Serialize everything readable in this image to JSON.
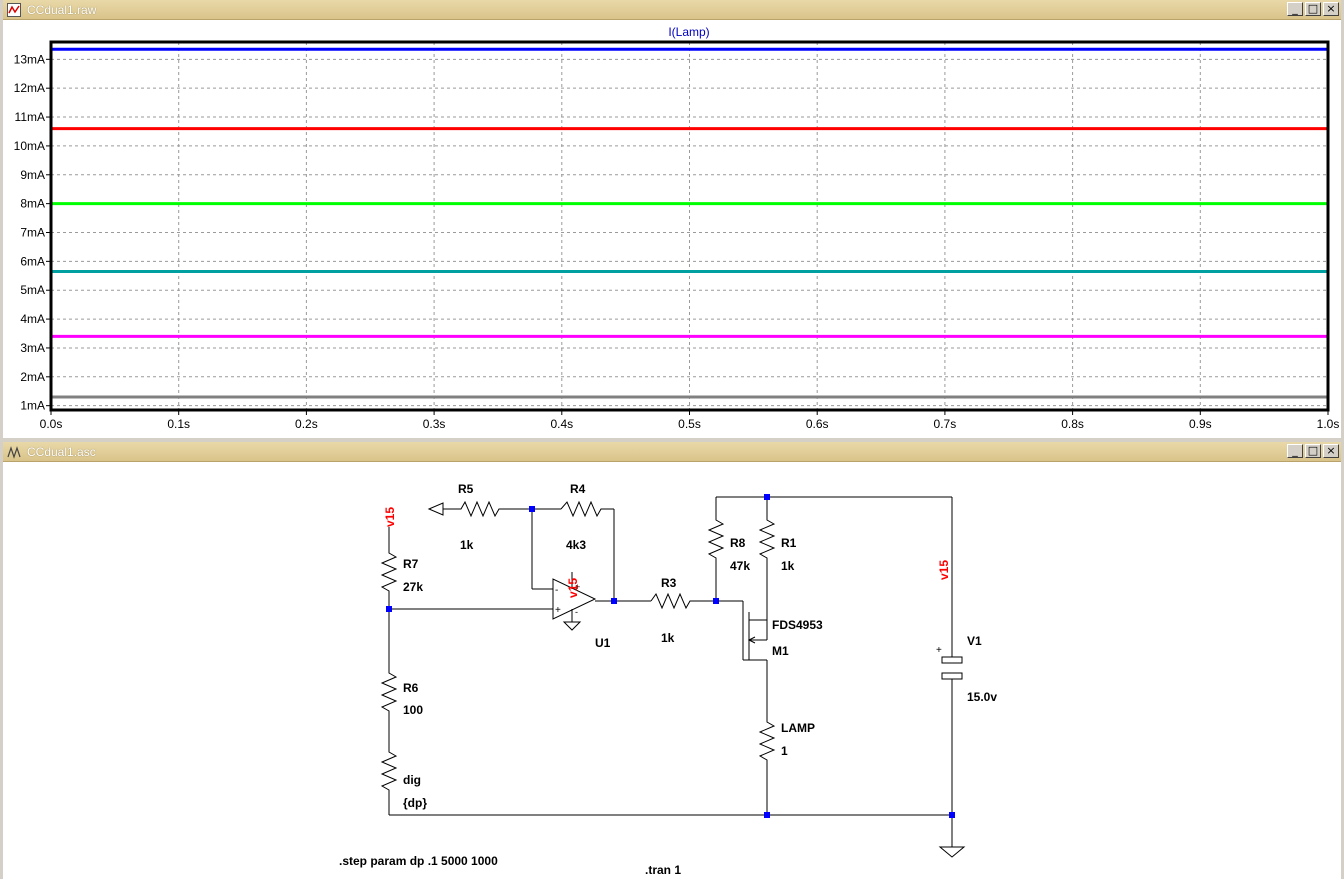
{
  "plot_window": {
    "title": "CCdual1.raw",
    "buttons": [
      "_",
      "□",
      "×"
    ]
  },
  "schematic_window": {
    "title": "CCdual1.asc",
    "buttons": [
      "_",
      "□",
      "×"
    ]
  },
  "chart_data": {
    "type": "line",
    "title": "I(Lamp)",
    "x_ticks": [
      "0.0s",
      "0.1s",
      "0.2s",
      "0.3s",
      "0.4s",
      "0.5s",
      "0.6s",
      "0.7s",
      "0.8s",
      "0.9s",
      "1.0s"
    ],
    "y_ticks": [
      "1mA",
      "2mA",
      "3mA",
      "4mA",
      "5mA",
      "6mA",
      "7mA",
      "8mA",
      "9mA",
      "10mA",
      "11mA",
      "12mA",
      "13mA"
    ],
    "xlim": [
      0,
      1.0
    ],
    "ylim": [
      0.85,
      13.6
    ],
    "grid": true,
    "series": [
      {
        "color": "#0000ff",
        "x": [
          0,
          1.0
        ],
        "y": [
          13.35,
          13.35
        ]
      },
      {
        "color": "#ff0000",
        "x": [
          0,
          1.0
        ],
        "y": [
          10.6,
          10.6
        ]
      },
      {
        "color": "#00ff00",
        "x": [
          0,
          1.0
        ],
        "y": [
          8.0,
          8.0
        ]
      },
      {
        "color": "#00a0a0",
        "x": [
          0,
          1.0
        ],
        "y": [
          5.65,
          5.65
        ]
      },
      {
        "color": "#ff00ff",
        "x": [
          0,
          1.0
        ],
        "y": [
          3.4,
          3.4
        ]
      },
      {
        "color": "#808080",
        "x": [
          0,
          1.0
        ],
        "y": [
          1.3,
          1.3
        ]
      }
    ]
  },
  "schematic": {
    "r7": {
      "name": "R7",
      "value": "27k"
    },
    "r6": {
      "name": "R6",
      "value": "100"
    },
    "dig": {
      "name": "dig",
      "value": "{dp}"
    },
    "r5": {
      "name": "R5",
      "value": "1k"
    },
    "r4": {
      "name": "R4",
      "value": "4k3"
    },
    "u1": {
      "name": "U1"
    },
    "r3": {
      "name": "R3",
      "value": "1k"
    },
    "r8": {
      "name": "R8",
      "value": "47k"
    },
    "r1": {
      "name": "R1",
      "value": "1k"
    },
    "m1": {
      "name": "M1",
      "model": "FDS4953"
    },
    "lamp": {
      "name": "LAMP",
      "value": "1"
    },
    "v1": {
      "name": "V1",
      "value": "15.0v"
    },
    "net_v15": "v15",
    "step_directive": ".step param dp .1 5000 1000",
    "tran_directive": ".tran 1"
  }
}
